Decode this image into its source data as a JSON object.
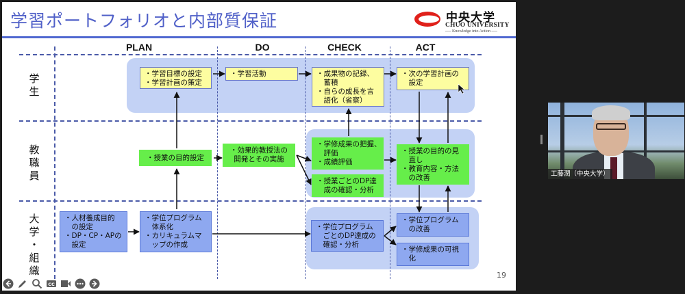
{
  "slide": {
    "title": "学習ポートフォリオと内部質保証",
    "page_number": "19",
    "logo": {
      "jp": "中央大学",
      "en": "CHUO UNIVERSITY",
      "tagline": "── Knowledge into Action ──"
    },
    "phases": [
      "PLAN",
      "DO",
      "CHECK",
      "ACT"
    ],
    "rows": [
      {
        "label": "学\n生"
      },
      {
        "label": "教\n職\n員"
      },
      {
        "label": "大\n学\n・\n組\n織"
      }
    ],
    "boxes": {
      "student_plan": [
        "・学習目標の設定",
        "・学習計画の策定"
      ],
      "student_do": [
        "・学習活動"
      ],
      "student_check": [
        "・成果物の記録、",
        "　蓄積",
        "・自らの成長を言",
        "　語化（省察）"
      ],
      "student_act": [
        "・次の学習計画の",
        "　設定"
      ],
      "staff_plan": [
        "・授業の目的設定"
      ],
      "staff_do": [
        "・効果的教授法の",
        "開発とその実施"
      ],
      "staff_check1": [
        "・学修成果の把握、",
        "　評価",
        "・成績評価"
      ],
      "staff_check2": [
        "・授業ごとのDP達",
        "　成の確認・分析"
      ],
      "staff_act": [
        "・授業の目的の見",
        "　直し",
        "・教育内容・方法",
        "　の改善"
      ],
      "org_plan1": [
        "・人材養成目的",
        "　の設定",
        "・DP・CP・APの",
        "　設定"
      ],
      "org_plan2": [
        "・学位プログラム",
        "　体系化",
        "・カリキュラムマ",
        "　ップの作成"
      ],
      "org_check": [
        "・学位プログラム",
        "　ごとのDP達成の",
        "　確認・分析"
      ],
      "org_act1": [
        "・学位プログラム",
        "　の改善"
      ],
      "org_act2": [
        "・学修成果の可視",
        "　化"
      ]
    }
  },
  "toolbar": {
    "items": [
      {
        "name": "previous-slide-button",
        "icon": "arrow-left-circle"
      },
      {
        "name": "pen-button",
        "icon": "pencil"
      },
      {
        "name": "zoom-button",
        "icon": "magnifier"
      },
      {
        "name": "captions-button",
        "icon": "cc"
      },
      {
        "name": "camera-button",
        "icon": "video-camera"
      },
      {
        "name": "more-options-button",
        "icon": "ellipsis-circle"
      },
      {
        "name": "next-slide-button",
        "icon": "arrow-right-circle"
      }
    ]
  },
  "video": {
    "speaker_name": "工藤潤（中央大学）"
  },
  "colors": {
    "title": "#5060c8",
    "yellow_box": "#fdfda0",
    "green_box": "#66ee4a",
    "blue_box": "#8ea8f0",
    "band": "#c3d2f5"
  }
}
